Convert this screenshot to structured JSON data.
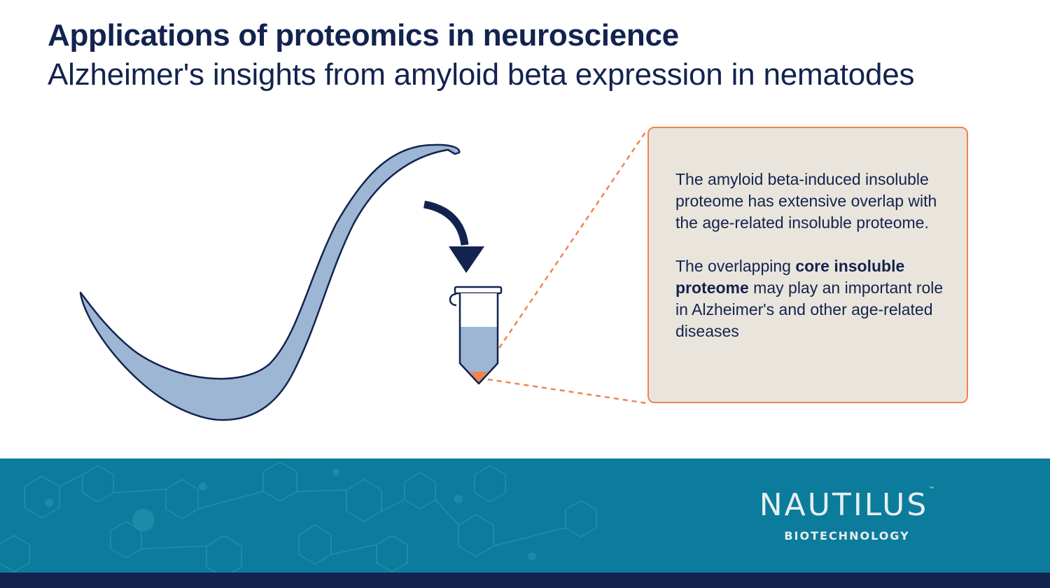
{
  "header": {
    "title": "Applications of proteomics in neuroscience",
    "subtitle": "Alzheimer's insights from amyloid beta expression in nematodes"
  },
  "callout": {
    "paragraph1": "The amyloid beta-induced insoluble proteome has extensive overlap with the age-related insoluble proteome.",
    "paragraph2_before": "The overlapping ",
    "paragraph2_bold": "core insoluble proteome",
    "paragraph2_after": " may play an important role in Alzheimer's and other age-related diseases"
  },
  "brand": {
    "name": "NAUTILUS",
    "trademark": "™",
    "tagline": "BIOTECHNOLOGY"
  },
  "colors": {
    "navy": "#13234f",
    "worm_fill": "#9db6d3",
    "accent_orange": "#f08350",
    "callout_bg": "#eae5dc",
    "footer_teal": "#0b7c9c"
  }
}
